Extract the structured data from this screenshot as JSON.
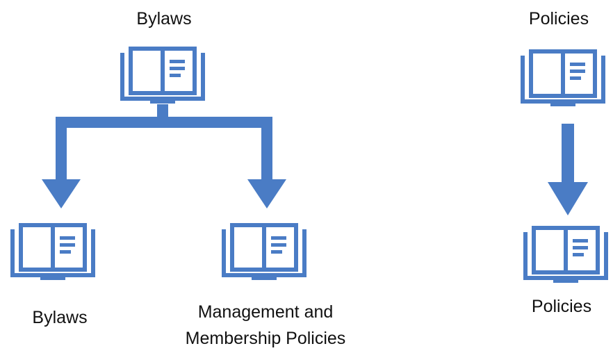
{
  "colors": {
    "accent": "#4a7cc5",
    "text": "#111111",
    "background": "#ffffff"
  },
  "icons": {
    "book": "open-book-icon"
  },
  "left_group": {
    "source_label": "Bylaws",
    "targets": [
      {
        "label": "Bylaws"
      },
      {
        "label_line1": "Management and",
        "label_line2": "Membership Policies"
      }
    ]
  },
  "right_group": {
    "source_label": "Policies",
    "target_label": "Policies"
  }
}
